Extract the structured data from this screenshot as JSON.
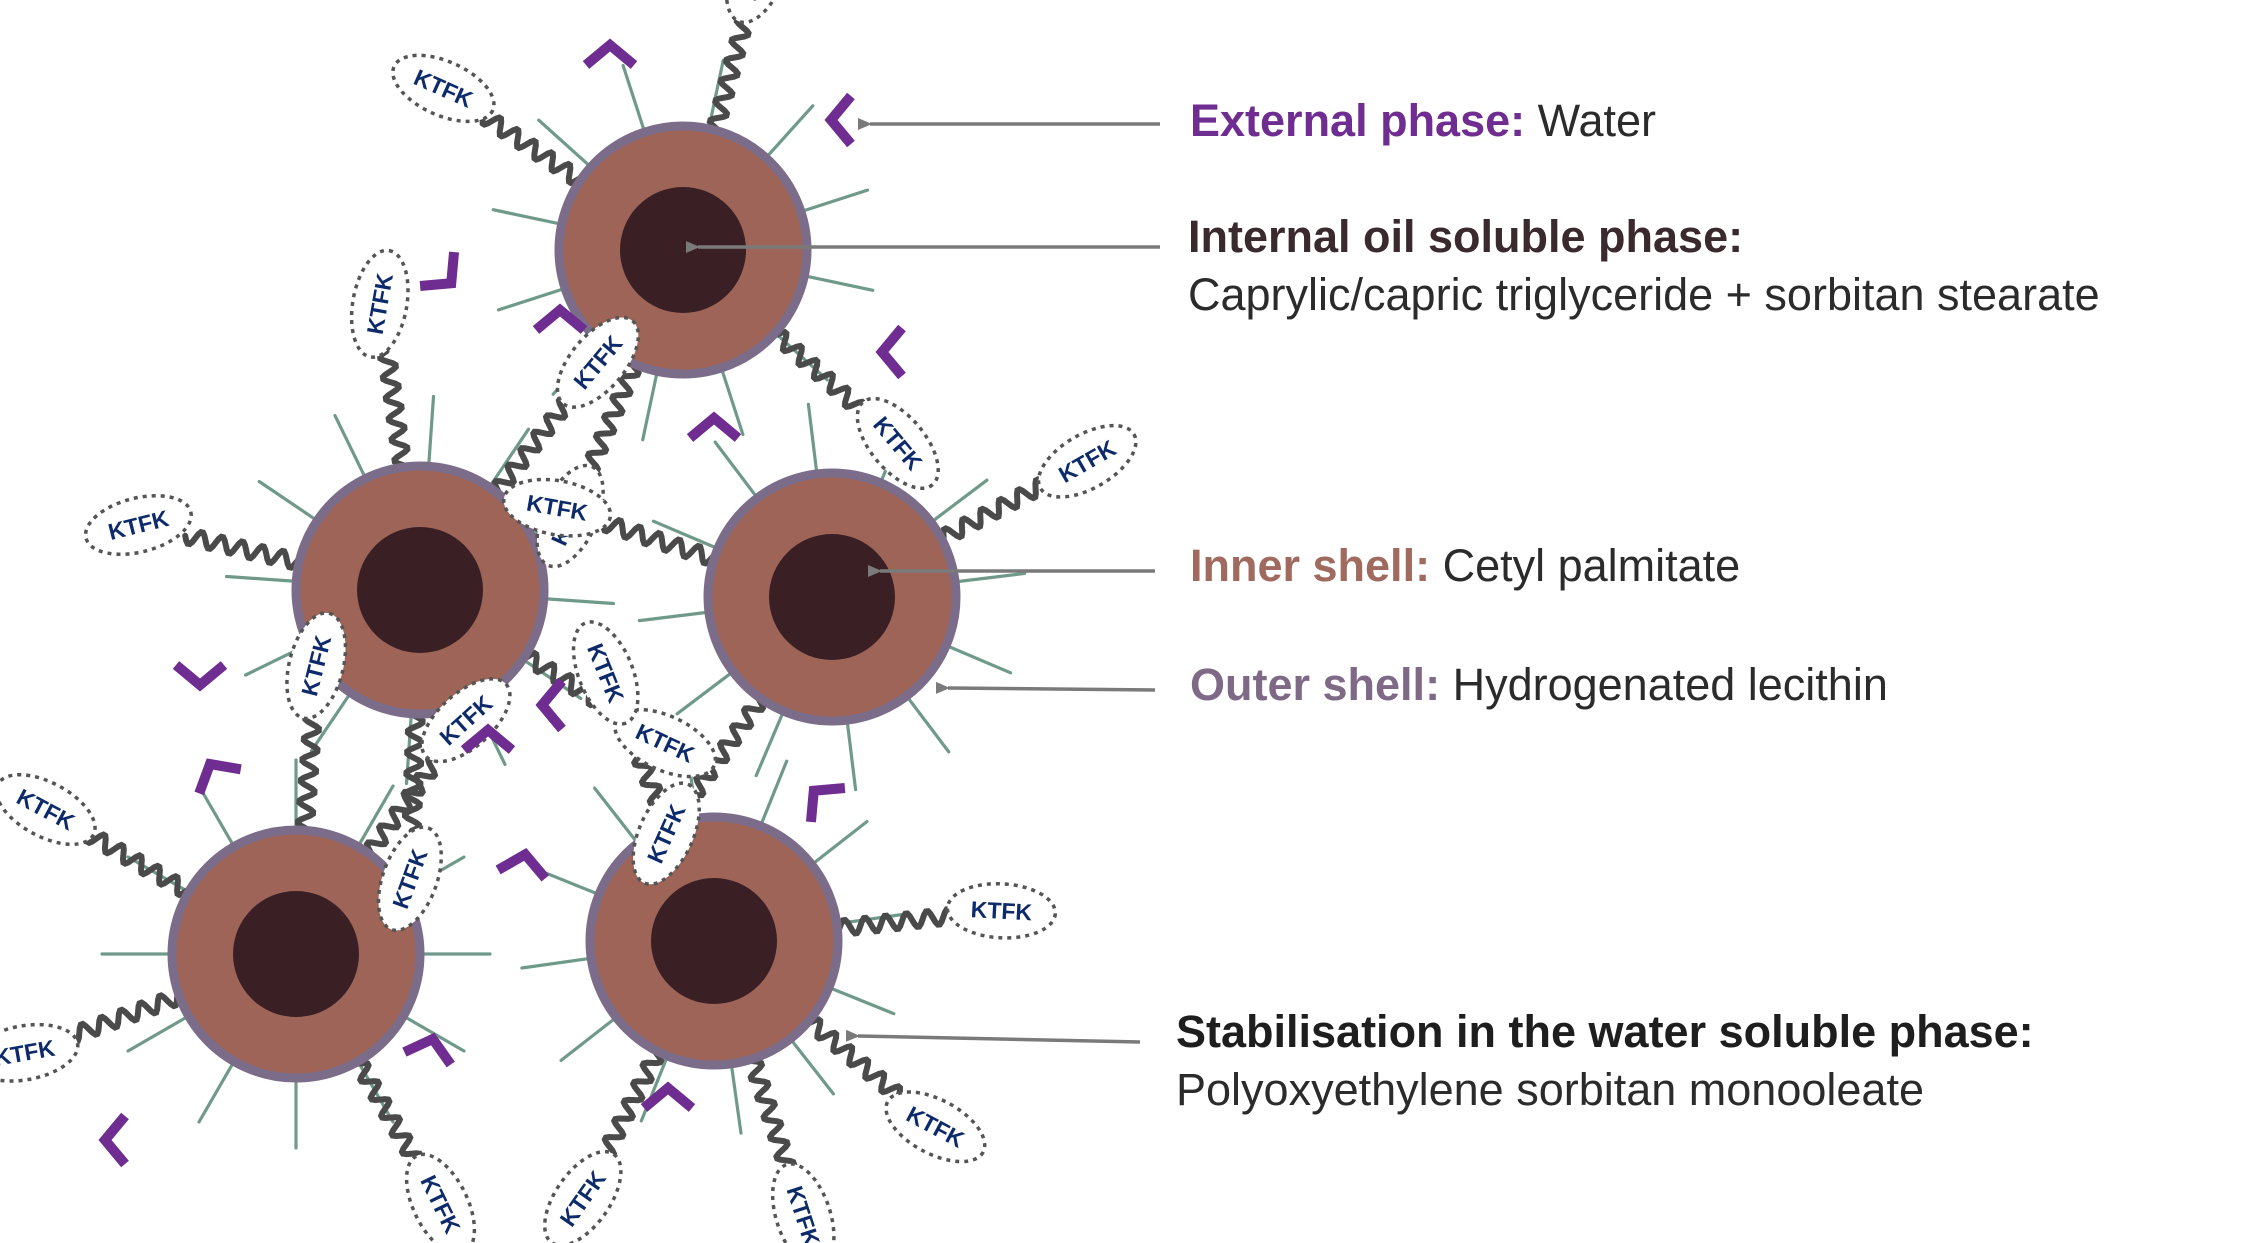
{
  "colors": {
    "external": "#6f2c91",
    "inner_shell": "#a16a5e",
    "outer_shell": "#7e6a86",
    "internal": "#3a2a2e",
    "stabilisation": "#1e1e1e",
    "text": "#2b2b2b",
    "core": "#3a2025",
    "droplet_fill": "#9d6457",
    "droplet_ring": "#7b6c89",
    "spike": "#6f9a8a",
    "tether": "#4a4a4a",
    "arrow": "#7a7a7a",
    "ktfk_text": "#0d2a6b"
  },
  "ktfk_label": "KTFK",
  "labels": {
    "external": {
      "title": "External phase:",
      "value": "Water"
    },
    "internal": {
      "title": "Internal oil soluble phase:",
      "value": "Caprylic/capric triglyceride + sorbitan stearate"
    },
    "inner_shell": {
      "title": "Inner shell:",
      "value": "Cetyl palmitate"
    },
    "outer_shell": {
      "title": "Outer shell:",
      "value": "Hydrogenated lecithin"
    },
    "stabilisation": {
      "title": "Stabilisation in the water soluble phase:",
      "value": "Polyoxyethylene sorbitan monooleate"
    }
  },
  "icons": {
    "droplet": "nanoparticle-droplet-icon",
    "ktfk_tag": "ktfk-peptide-tag-icon",
    "chevron": "water-molecule-chevron-icon"
  }
}
